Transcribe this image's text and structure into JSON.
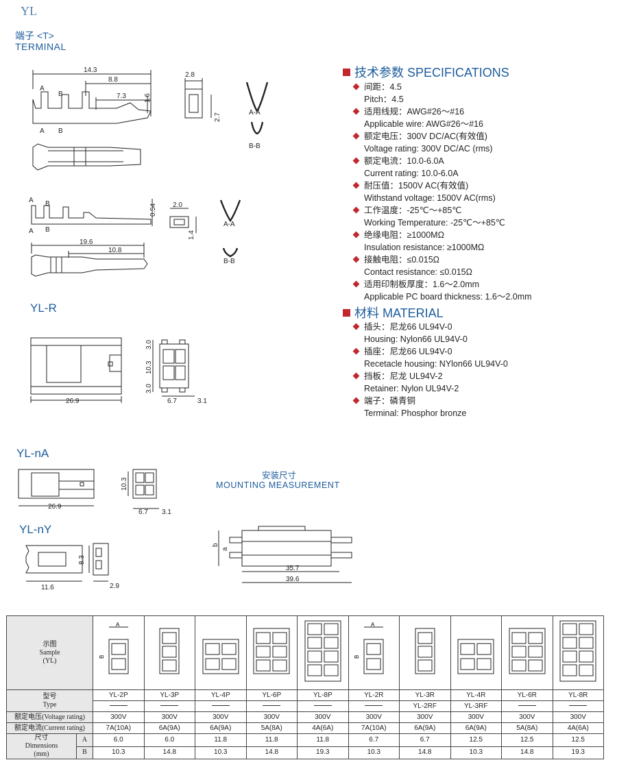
{
  "header": {
    "series": "YL",
    "title_cn": "端子 <T>",
    "title_en": "TERMINAL"
  },
  "section_labels": {
    "yl_r": "YL-R",
    "yl_na": "YL-nA",
    "yl_ny": "YL-nY"
  },
  "drawing_dims": {
    "d14_3": "14.3",
    "d8_8": "8.8",
    "d7_3": "7.3",
    "d1_6": "1.6",
    "d2_8": "2.8",
    "d2_7": "2.7",
    "aa": "A-A",
    "bb": "B-B",
    "a": "A",
    "b": "B",
    "d2_0": "2.0",
    "d0_54": "0.54",
    "d1_4": "1.4",
    "d19_6": "19.6",
    "d10_8": "10.8",
    "d3_0": "3.0",
    "d10_3": "10.3",
    "d26_9": "26.9",
    "d6_7": "6.7",
    "d3_1": "3.1",
    "d8_3": "8.3",
    "d11_6": "11.6",
    "d2_9": "2.9",
    "d35_7": "35.7",
    "d39_6": "39.6",
    "da": "a",
    "db": "b"
  },
  "specifications": {
    "title_cn": "技术参数",
    "title_en": "SPECIFICATIONS",
    "items": [
      {
        "cn": "间距：4.5",
        "en": "Pitch：4.5"
      },
      {
        "cn": "适用线规：AWG#26～#16",
        "en": "Applicable wire: AWG#26～#16"
      },
      {
        "cn": "额定电压：300V DC/AC(有效值)",
        "en": "Voltage rating: 300V DC/AC (rms)"
      },
      {
        "cn": "额定电流：10.0-6.0A",
        "en": "Current rating: 10.0-6.0A"
      },
      {
        "cn": "耐压值：1500V AC(有效值)",
        "en": "Withstand voltage: 1500V AC(rms)"
      },
      {
        "cn": "工作温度：-25℃～+85℃",
        "en": "Working Temperature: -25℃～+85℃"
      },
      {
        "cn": "绝缘电阻：≥1000MΩ",
        "en": "Insulation resistance: ≥1000MΩ"
      },
      {
        "cn": "接触电阻：≤0.015Ω",
        "en": "Contact resistance: ≤0.015Ω"
      },
      {
        "cn": "适用印制板厚度：1.6～2.0mm",
        "en": "Applicable PC board thickness: 1.6～2.0mm"
      }
    ]
  },
  "material": {
    "title_cn": "材料",
    "title_en": "MATERIAL",
    "items": [
      {
        "cn": "插头：尼龙66    UL94V-0",
        "en": "Housing: Nylon66   UL94V-0"
      },
      {
        "cn": "插座：尼龙66    UL94V-0",
        "en": "Recetacle housing:   NYlon66   UL94V-0"
      },
      {
        "cn": "挡板：尼龙    UL94V-2",
        "en": "Retainer: Nylon   UL94V-2"
      },
      {
        "cn": "端子：磷青铜",
        "en": "Terminal: Phosphor bronze"
      }
    ]
  },
  "mounting": {
    "title_cn": "安装尺寸",
    "title_en": "MOUNTING MEASUREMENT"
  },
  "table": {
    "sample_label": [
      "示图",
      "Sample",
      "(YL)"
    ],
    "type_label": [
      "型号",
      "Type"
    ],
    "voltage_label": "额定电压(Voltage rating)",
    "current_label": "额定电流(Current rating)",
    "dim_label": [
      "尺寸",
      "Dimensions",
      "(mm)"
    ],
    "dim_a": "A",
    "dim_b": "B",
    "pic_a": "A",
    "pic_b": "B",
    "models": [
      {
        "type": "YL-2P",
        "alt": "",
        "voltage": "300V",
        "current": "7A(10A)",
        "a": "6.0",
        "b": "10.3"
      },
      {
        "type": "YL-3P",
        "alt": "",
        "voltage": "300V",
        "current": "6A(9A)",
        "a": "6.0",
        "b": "14.8"
      },
      {
        "type": "YL-4P",
        "alt": "",
        "voltage": "300V",
        "current": "6A(9A)",
        "a": "11.8",
        "b": "10.3"
      },
      {
        "type": "YL-6P",
        "alt": "",
        "voltage": "300V",
        "current": "5A(8A)",
        "a": "11.8",
        "b": "14.8"
      },
      {
        "type": "YL-8P",
        "alt": "",
        "voltage": "300V",
        "current": "4A(6A)",
        "a": "11.8",
        "b": "19.3"
      },
      {
        "type": "YL-2R",
        "alt": "",
        "voltage": "300V",
        "current": "7A(10A)",
        "a": "6.7",
        "b": "10.3"
      },
      {
        "type": "YL-3R",
        "alt": "YL-2RF",
        "voltage": "300V",
        "current": "6A(9A)",
        "a": "6.7",
        "b": "14.8"
      },
      {
        "type": "YL-4R",
        "alt": "YL-3RF",
        "voltage": "300V",
        "current": "6A(9A)",
        "a": "12.5",
        "b": "10.3"
      },
      {
        "type": "YL-6R",
        "alt": "",
        "voltage": "300V",
        "current": "5A(8A)",
        "a": "12.5",
        "b": "14.8"
      },
      {
        "type": "YL-8R",
        "alt": "",
        "voltage": "300V",
        "current": "4A(6A)",
        "a": "12.5",
        "b": "19.3"
      }
    ]
  }
}
